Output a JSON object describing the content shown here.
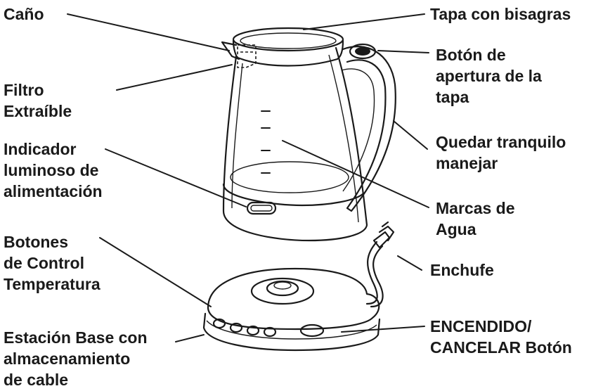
{
  "labels": {
    "spout": [
      "Caño"
    ],
    "hinged_lid": [
      "Tapa con bisagras"
    ],
    "lid_button": [
      "Botón de",
      "apertura de la",
      "tapa"
    ],
    "filter": [
      "Filtro",
      "Extraíble"
    ],
    "cool_handle": [
      "Quedar tranquilo",
      "manejar"
    ],
    "power_light": [
      "Indicador",
      "luminoso de",
      "alimentación"
    ],
    "water_marks": [
      "Marcas de",
      "Agua"
    ],
    "temp_buttons": [
      "Botones",
      "de Control",
      "Temperatura"
    ],
    "plug": [
      "Enchufe"
    ],
    "base_station": [
      "Estación Base con",
      "almacenamiento",
      "de cable"
    ],
    "on_cancel": [
      "ENCENDIDO/",
      "CANCELAR Botón"
    ]
  }
}
